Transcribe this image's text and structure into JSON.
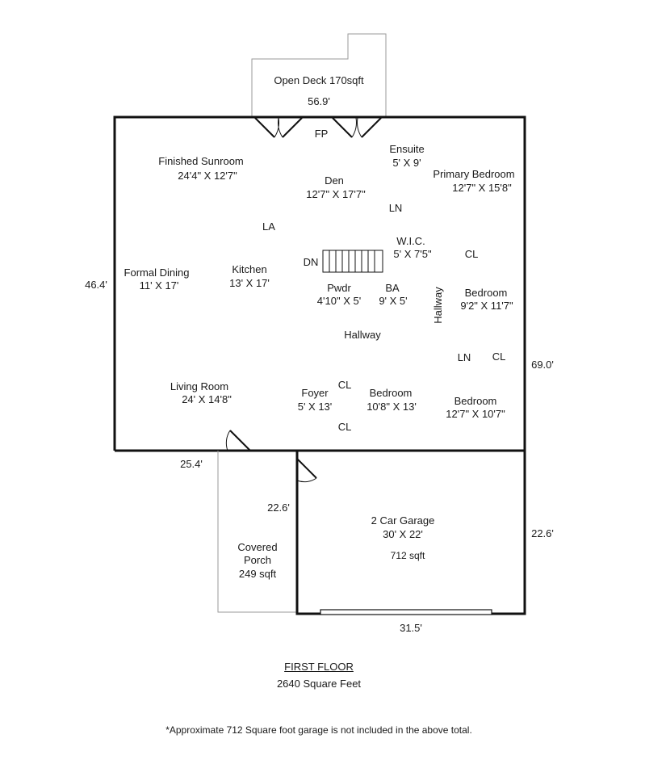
{
  "deck": {
    "name": "Open Deck 170sqft",
    "dim": "56.9'"
  },
  "fireplace": "FP",
  "rooms": {
    "sunroom": {
      "name": "Finished Sunroom",
      "size": "24'4\" X 12'7\""
    },
    "ensuite": {
      "name": "Ensuite",
      "size": "5' X 9'"
    },
    "den": {
      "name": "Den",
      "size": "12'7\" X 17'7\""
    },
    "primary_bedroom": {
      "name": "Primary Bedroom",
      "size": "12'7\" X 15'8\""
    },
    "wic": {
      "name": "W.I.C.",
      "size": "5' X 7'5\""
    },
    "formal_dining": {
      "name": "Formal Dining",
      "size": "11' X 17'"
    },
    "kitchen": {
      "name": "Kitchen",
      "size": "13' X 17'"
    },
    "powder": {
      "name": "Pwdr",
      "size": "4'10\" X 5'"
    },
    "bath": {
      "name": "BA",
      "size": "9' X 5'"
    },
    "bedroom_east": {
      "name": "Bedroom",
      "size": "9'2\" X 11'7\""
    },
    "living_room": {
      "name": "Living Room",
      "size": "24' X 14'8\""
    },
    "foyer": {
      "name": "Foyer",
      "size": "5' X 13'"
    },
    "bedroom_center": {
      "name": "Bedroom",
      "size": "10'8\" X 13'"
    },
    "bedroom_south": {
      "name": "Bedroom",
      "size": "12'7\" X 10'7\""
    },
    "garage": {
      "name": "2 Car Garage",
      "size": "30' X 22'",
      "area": "712 sqft"
    },
    "porch": {
      "line1": "Covered",
      "line2": "Porch",
      "area": "249 sqft"
    }
  },
  "markers": {
    "la": "LA",
    "ln": "LN",
    "cl": "CL",
    "dn": "DN",
    "hallway": "Hallway"
  },
  "dimensions": {
    "west": "46.4'",
    "east": "69.0'",
    "south_west": "25.4'",
    "porch_side": "22.6'",
    "garage_east": "22.6'",
    "garage_south": "31.5'"
  },
  "footer": {
    "title": "FIRST FLOOR",
    "area": "2640 Square Feet",
    "note": "*Approximate 712 Square foot garage is not included in the above total."
  }
}
